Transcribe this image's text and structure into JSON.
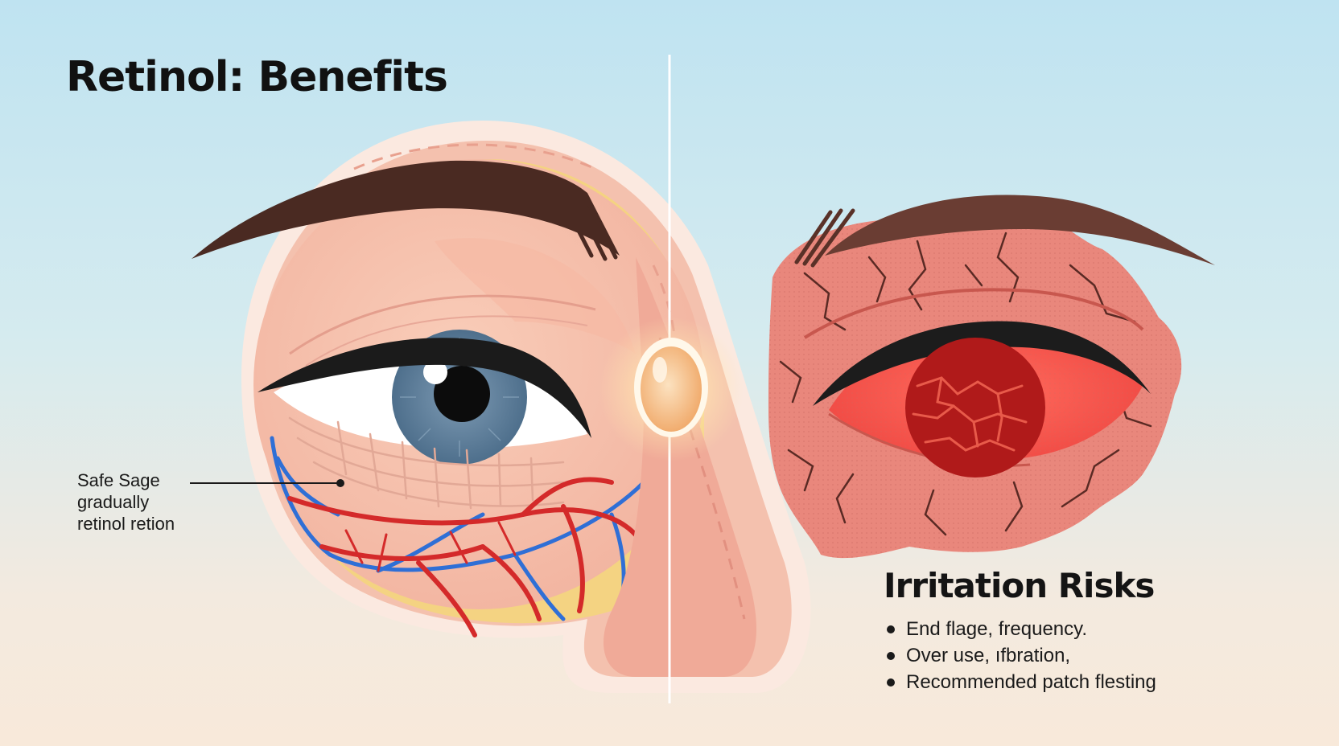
{
  "title": "Retinol: Benefits",
  "callout": {
    "lines": [
      "Safe Sage",
      "gradually",
      "retinol retion"
    ]
  },
  "risks": {
    "title": "Irritation Risks",
    "items": [
      "End flage, frequency.",
      "Over use, ıfbration,",
      "Recommended patch flesting"
    ]
  },
  "colors": {
    "healthy_skin": "#f6c3ae",
    "irritated_skin": "#e9877c",
    "iris": "#5d7f9b",
    "irritation_red": "#ff5a50",
    "eyebrow": "#4a2a22",
    "artery": "#d42a2a",
    "vein": "#2f6fd6",
    "fat_layer": "#f2d37a"
  },
  "icons": [
    "healthy-eye-icon",
    "irritated-eye-icon",
    "retinol-capsule-icon"
  ]
}
